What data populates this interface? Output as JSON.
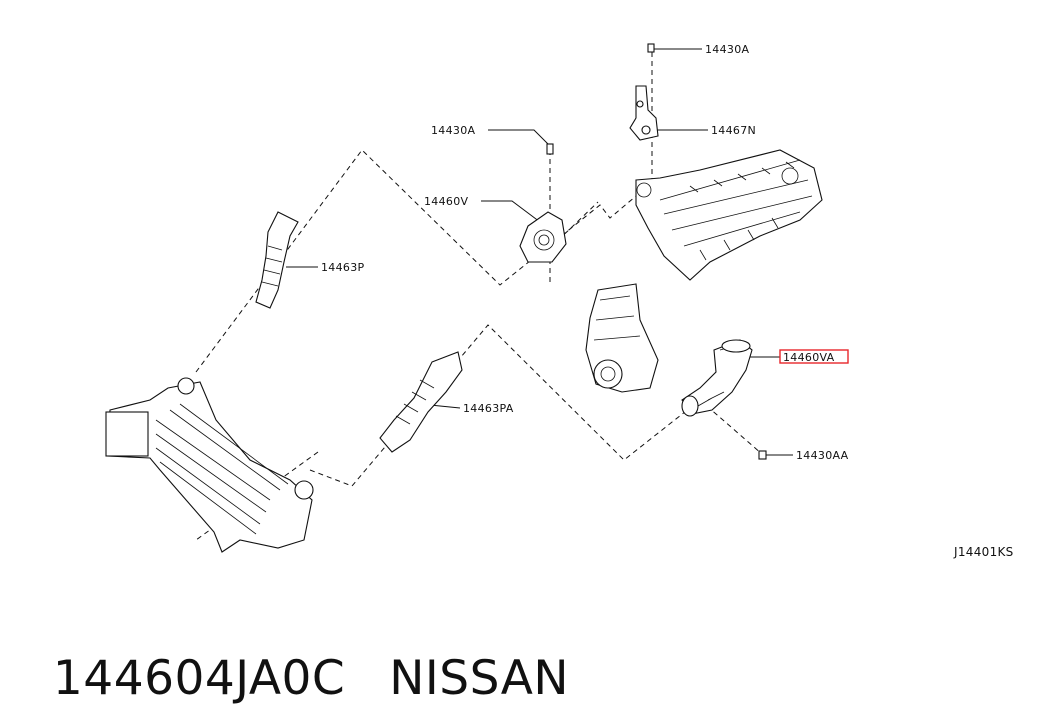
{
  "diagram": {
    "labels": [
      {
        "id": "l1",
        "text": "14430A"
      },
      {
        "id": "l2",
        "text": "14467N"
      },
      {
        "id": "l3",
        "text": "14430A"
      },
      {
        "id": "l4",
        "text": "14460V"
      },
      {
        "id": "l5",
        "text": "14463P"
      },
      {
        "id": "l6",
        "text": "14460VA"
      },
      {
        "id": "l7",
        "text": "14463PA"
      },
      {
        "id": "l8",
        "text": "14430AA"
      }
    ],
    "highlighted_label": "14460VA",
    "highlight_color": "#e8262b",
    "figure_code": "J14401KS"
  },
  "caption": {
    "part_number": "144604JA0C",
    "brand": "NISSAN"
  }
}
